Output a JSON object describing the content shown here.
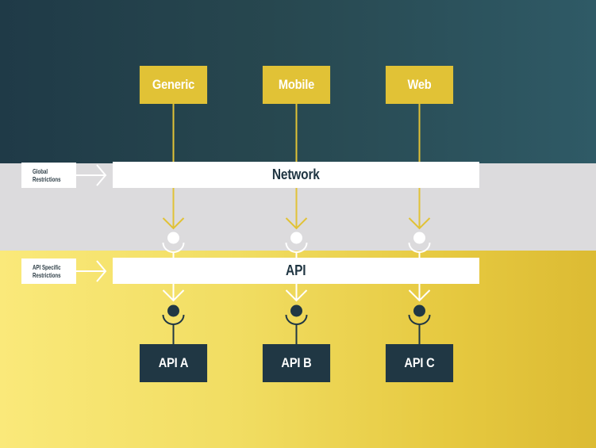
{
  "diagram": {
    "clients": [
      {
        "id": "generic",
        "label": "Generic"
      },
      {
        "id": "mobile",
        "label": "Mobile"
      },
      {
        "id": "web",
        "label": "Web"
      }
    ],
    "layers": {
      "network": {
        "label": "Network"
      },
      "api": {
        "label": "API"
      }
    },
    "side_labels": {
      "global": "Global Restrictions",
      "global_line1": "Global",
      "global_line2": "Restrictions",
      "api_specific": "API Specific Restrictions",
      "api_specific_line1": "API Specific",
      "api_specific_line2": "Restrictions"
    },
    "endpoints": [
      {
        "id": "api-a",
        "label": "API A"
      },
      {
        "id": "api-b",
        "label": "API B"
      },
      {
        "id": "api-c",
        "label": "API C"
      }
    ],
    "colors": {
      "top_band": "#27474f",
      "middle_band": "#dcdbdd",
      "bottom_band": "#ecd555",
      "client_box": "#e1c236",
      "endpoint_box": "#203744",
      "connector_yellow": "#e1c236",
      "connector_white": "#ffffff",
      "connector_dark": "#203744",
      "layer_text": "#1f3542"
    }
  }
}
